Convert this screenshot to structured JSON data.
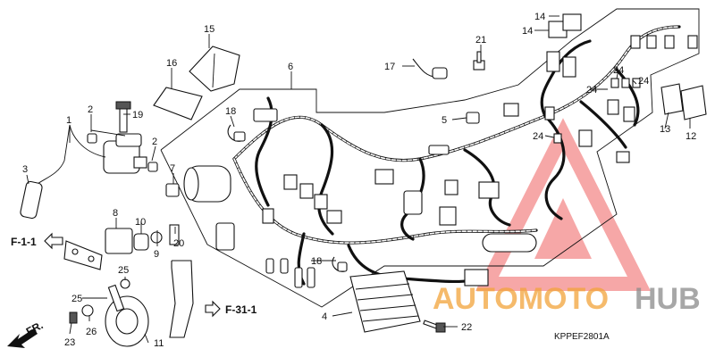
{
  "diagram": {
    "callouts": [
      "1",
      "2",
      "2",
      "3",
      "4",
      "5",
      "6",
      "7",
      "8",
      "9",
      "10",
      "11",
      "12",
      "13",
      "14",
      "14",
      "15",
      "16",
      "17",
      "18",
      "18",
      "19",
      "20",
      "21",
      "22",
      "23",
      "24",
      "24",
      "24",
      "24",
      "25",
      "25",
      "26"
    ],
    "refs": {
      "left": "F-1-1",
      "right": "F-31-1",
      "front": "FR."
    },
    "diagram_code": "KPPEF2801A"
  },
  "watermark": {
    "word_orange": "AUTOMOTO",
    "word_gray": "HUB",
    "orange": "#f2a33a",
    "gray": "#8a8a8a",
    "triangle_color": "#f06060"
  }
}
